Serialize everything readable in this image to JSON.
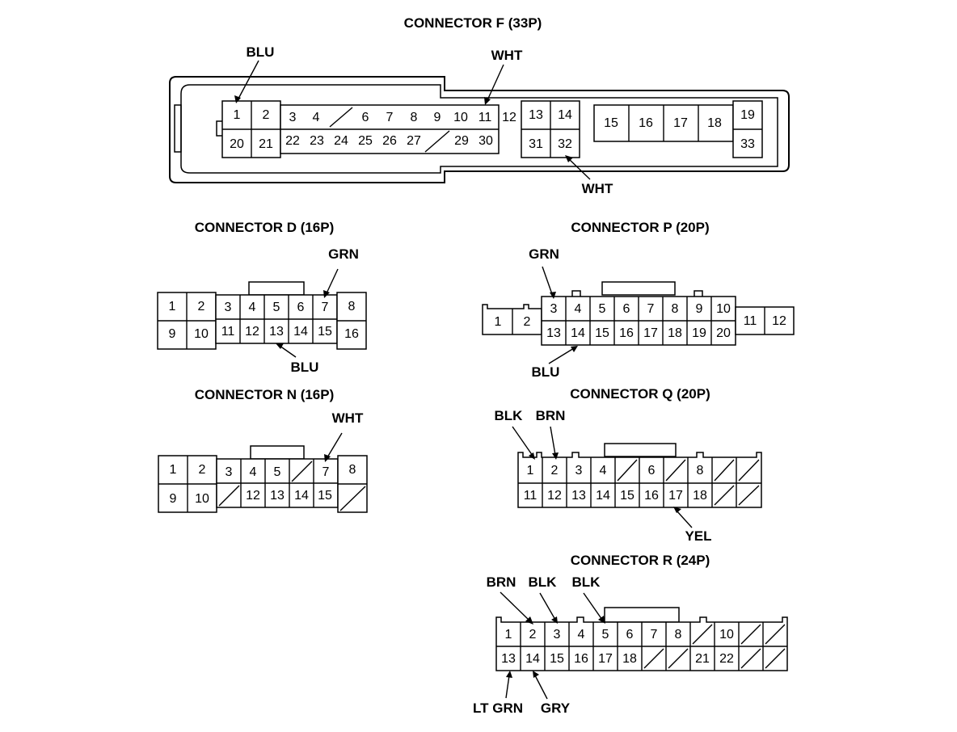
{
  "connector_f": {
    "title": "CONNECTOR F (33P)",
    "pins": [
      "1",
      "2",
      "3",
      "4",
      "6",
      "7",
      "8",
      "9",
      "10",
      "11",
      "12",
      "13",
      "14",
      "15",
      "16",
      "17",
      "18",
      "19",
      "20",
      "21",
      "22",
      "23",
      "24",
      "25",
      "26",
      "27",
      "29",
      "30",
      "31",
      "32",
      "33"
    ],
    "wires": {
      "pin1": "BLU",
      "pin11": "WHT",
      "pin32": "WHT"
    }
  },
  "connector_d": {
    "title": "CONNECTOR D (16P)",
    "pins": [
      "1",
      "2",
      "3",
      "4",
      "5",
      "6",
      "7",
      "8",
      "9",
      "10",
      "11",
      "12",
      "13",
      "14",
      "15",
      "16"
    ],
    "wires": {
      "pin7": "GRN",
      "pin13": "BLU"
    }
  },
  "connector_n": {
    "title": "CONNECTOR N (16P)",
    "pins": [
      "1",
      "2",
      "3",
      "4",
      "5",
      "7",
      "8",
      "9",
      "10",
      "12",
      "13",
      "14",
      "15"
    ],
    "wires": {
      "pin7": "WHT"
    }
  },
  "connector_p": {
    "title": "CONNECTOR P (20P)",
    "pins": [
      "1",
      "2",
      "3",
      "4",
      "5",
      "6",
      "7",
      "8",
      "9",
      "10",
      "11",
      "12",
      "13",
      "14",
      "15",
      "16",
      "17",
      "18",
      "19",
      "20"
    ],
    "wires": {
      "pin3": "GRN",
      "pin14": "BLU"
    }
  },
  "connector_q": {
    "title": "CONNECTOR Q (20P)",
    "pins": [
      "1",
      "2",
      "3",
      "4",
      "6",
      "8",
      "11",
      "12",
      "13",
      "14",
      "15",
      "16",
      "17",
      "18"
    ],
    "wires": {
      "pin1": "BLK",
      "pin2": "BRN",
      "pin17": "YEL"
    }
  },
  "connector_r": {
    "title": "CONNECTOR R (24P)",
    "pins": [
      "1",
      "2",
      "3",
      "4",
      "5",
      "6",
      "7",
      "8",
      "10",
      "13",
      "14",
      "15",
      "16",
      "17",
      "18",
      "21",
      "22"
    ],
    "wires": {
      "pin2": "BRN",
      "pin3": "BLK",
      "pin5": "BLK",
      "pin13": "LT GRN",
      "pin14": "GRY"
    }
  }
}
